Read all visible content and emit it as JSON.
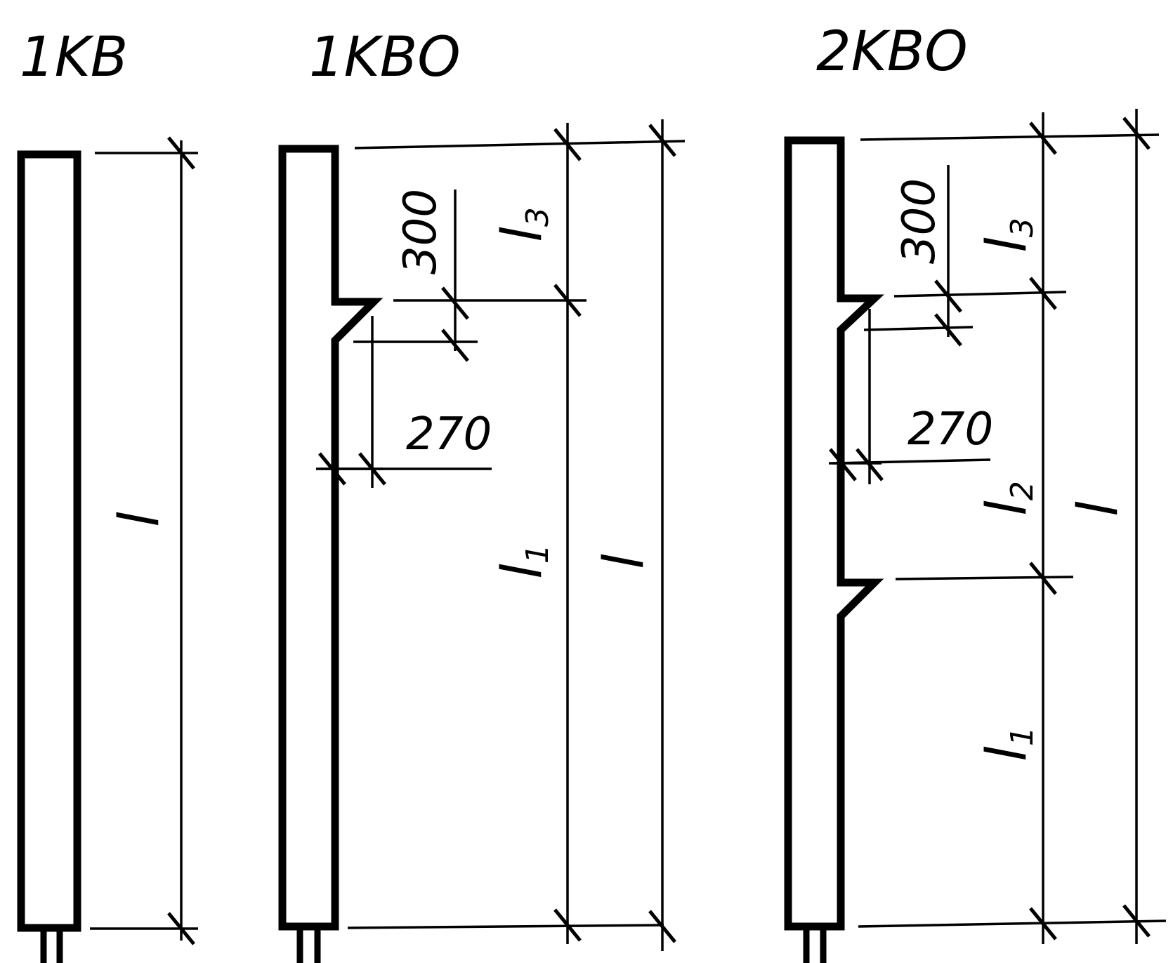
{
  "columns": [
    {
      "title": "1KB",
      "labels": {
        "l": "l"
      }
    },
    {
      "title": "1KBO",
      "labels": {
        "d300": "300",
        "d270": "270",
        "l3": "l",
        "l3_sub": "3",
        "l1": "l",
        "l1_sub": "1",
        "l": "l"
      }
    },
    {
      "title": "2KBO",
      "labels": {
        "d300": "300",
        "d270": "270",
        "l3": "l",
        "l3_sub": "3",
        "l2": "l",
        "l2_sub": "2",
        "l1": "l",
        "l1_sub": "1",
        "l": "l"
      }
    }
  ]
}
